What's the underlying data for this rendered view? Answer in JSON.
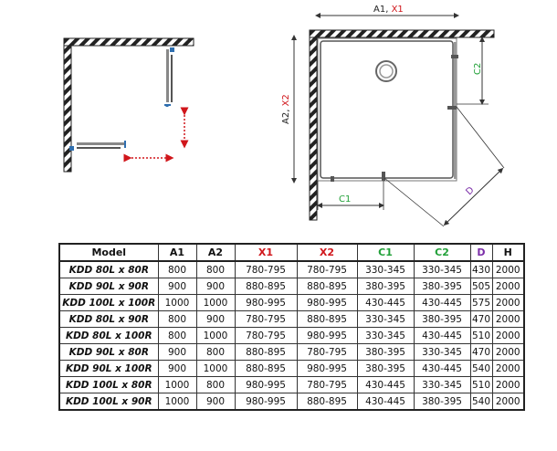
{
  "diagram": {
    "label_a1": "A1,",
    "label_x1": "X1",
    "label_a2": "A2,",
    "label_x2": "X2",
    "label_c1": "C1",
    "label_c2": "C2",
    "label_d": "D"
  },
  "colors": {
    "x": "#d0161b",
    "c": "#21a038",
    "d": "#7b2ea8",
    "handle": "#2f6fb0"
  },
  "table": {
    "headers": [
      "Model",
      "A1",
      "A2",
      "X1",
      "X2",
      "C1",
      "C2",
      "D",
      "H"
    ],
    "rows": [
      [
        "KDD 80L x 80R",
        "800",
        "800",
        "780-795",
        "780-795",
        "330-345",
        "330-345",
        "430",
        "2000"
      ],
      [
        "KDD 90L x 90R",
        "900",
        "900",
        "880-895",
        "880-895",
        "380-395",
        "380-395",
        "505",
        "2000"
      ],
      [
        "KDD 100L x 100R",
        "1000",
        "1000",
        "980-995",
        "980-995",
        "430-445",
        "430-445",
        "575",
        "2000"
      ],
      [
        "KDD 80L x 90R",
        "800",
        "900",
        "780-795",
        "880-895",
        "330-345",
        "380-395",
        "470",
        "2000"
      ],
      [
        "KDD 80L x 100R",
        "800",
        "1000",
        "780-795",
        "980-995",
        "330-345",
        "430-445",
        "510",
        "2000"
      ],
      [
        "KDD 90L x 80R",
        "900",
        "800",
        "880-895",
        "780-795",
        "380-395",
        "330-345",
        "470",
        "2000"
      ],
      [
        "KDD 90L x 100R",
        "900",
        "1000",
        "880-895",
        "980-995",
        "380-395",
        "430-445",
        "540",
        "2000"
      ],
      [
        "KDD 100L x 80R",
        "1000",
        "800",
        "980-995",
        "780-795",
        "430-445",
        "330-345",
        "510",
        "2000"
      ],
      [
        "KDD 100L x 90R",
        "1000",
        "900",
        "980-995",
        "880-895",
        "430-445",
        "380-395",
        "540",
        "2000"
      ]
    ]
  }
}
